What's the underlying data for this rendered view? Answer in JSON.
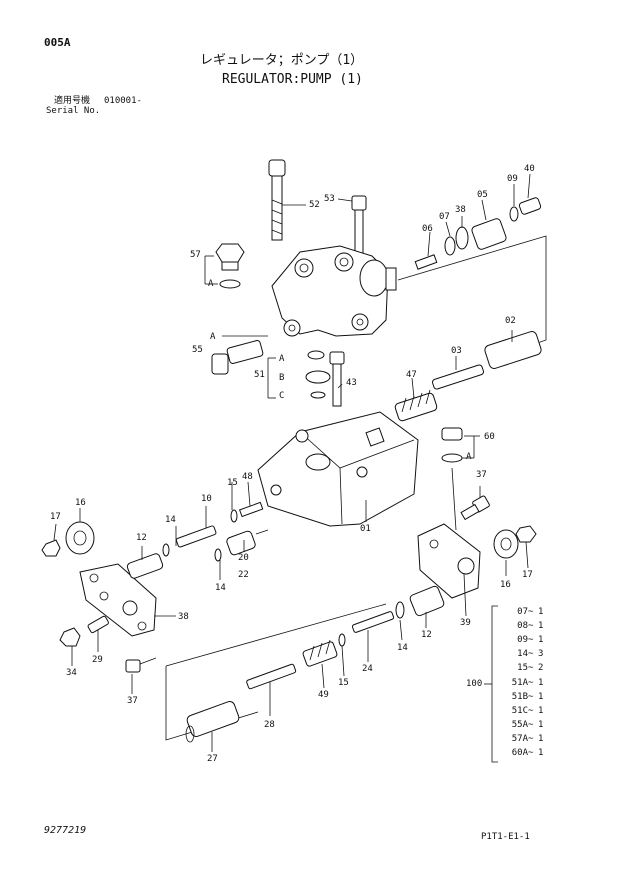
{
  "header": {
    "page_code": "005A",
    "title_jp": "レギュレータ；ポンプ（1）",
    "title_en": "REGULATOR:PUMP (1)",
    "serial_jp": "適用号機",
    "serial_value": "010001-",
    "serial_en": "Serial No."
  },
  "footer": {
    "drawing_no": "9277219",
    "page_ref": "P1T1-E1-1"
  },
  "callouts": {
    "c52": "52",
    "c53": "53",
    "c40": "40",
    "c09": "09",
    "c05": "05",
    "c07": "07",
    "c38a": "38",
    "c06": "06",
    "c57": "57",
    "cA1": "A",
    "cA2": "A",
    "c55": "55",
    "cA3": "A",
    "c51": "51",
    "cB": "B",
    "cC": "C",
    "c43": "43",
    "c02": "02",
    "c03": "03",
    "c47": "47",
    "c60": "60",
    "cA4": "A",
    "c48": "48",
    "c15a": "15",
    "c10": "10",
    "c01": "01",
    "c37a": "37",
    "c16a": "16",
    "c17a": "17",
    "c14a": "14",
    "c12a": "12",
    "c20": "20",
    "c22": "22",
    "c14b": "14",
    "c38b": "38",
    "c16b": "16",
    "c17b": "17",
    "c29": "29",
    "c34": "34",
    "c39": "39",
    "c12b": "12",
    "c14c": "14",
    "c24": "24",
    "c15b": "15",
    "c49": "49",
    "c37b": "37",
    "c28": "28",
    "c27": "27",
    "c100": "100"
  },
  "kit_list": [
    {
      "part": "07",
      "qty": "1"
    },
    {
      "part": "08",
      "qty": "1"
    },
    {
      "part": "09",
      "qty": "1"
    },
    {
      "part": "14",
      "qty": "3"
    },
    {
      "part": "15",
      "qty": "2"
    },
    {
      "part": "51A",
      "qty": "1"
    },
    {
      "part": "51B",
      "qty": "1"
    },
    {
      "part": "51C",
      "qty": "1"
    },
    {
      "part": "55A",
      "qty": "1"
    },
    {
      "part": "57A",
      "qty": "1"
    },
    {
      "part": "60A",
      "qty": "1"
    }
  ]
}
